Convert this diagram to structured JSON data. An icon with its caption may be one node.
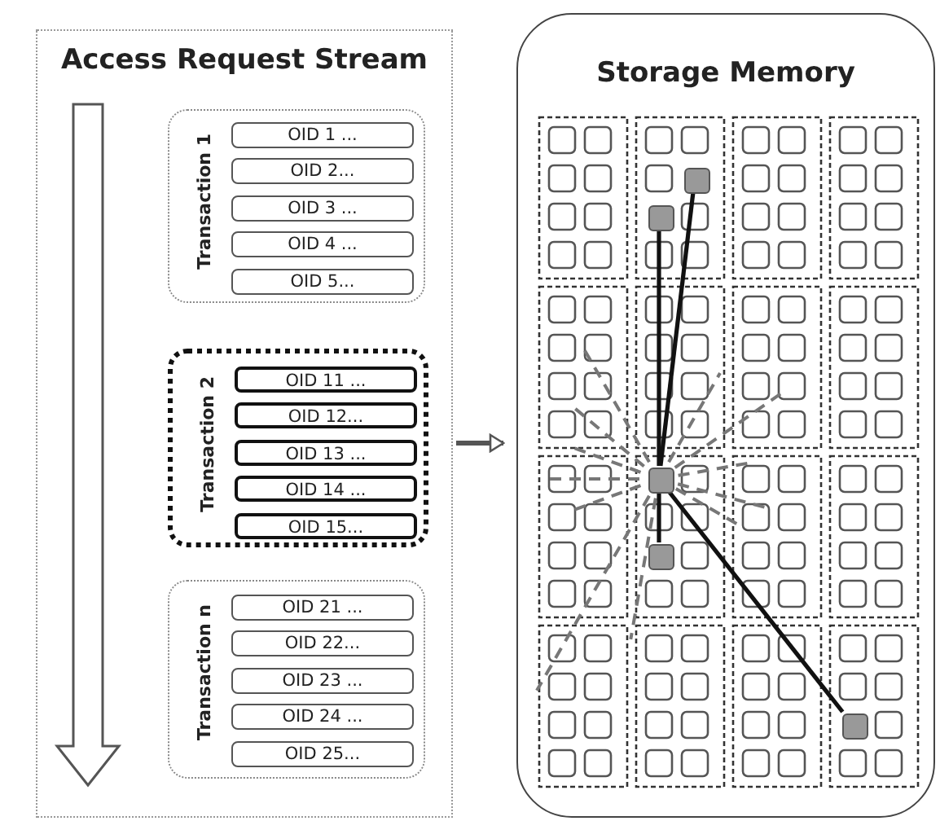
{
  "diagram": {
    "nodes": [
      {
        "text": [
          "Access Request Stream"
        ]
      },
      {
        "text": [
          "Transaction 1"
        ],
        "in": 0
      },
      {
        "text": [
          "OID 1 ..."
        ],
        "in": 1
      },
      {
        "text": [
          "OID 2..."
        ],
        "in": 1
      },
      {
        "text": [
          "OID 3 ..."
        ],
        "in": 1
      },
      {
        "text": [
          "OID 4 ..."
        ],
        "in": 1
      },
      {
        "text": [
          "OID 5..."
        ],
        "in": 1
      },
      {
        "text": [
          "Transaction 2"
        ],
        "in": 0
      },
      {
        "text": [
          "OID 11 ..."
        ],
        "in": 7
      },
      {
        "text": [
          "OID 12..."
        ],
        "in": 7
      },
      {
        "text": [
          "OID 13 ..."
        ],
        "in": 7
      },
      {
        "text": [
          "OID 14 ..."
        ],
        "in": 7
      },
      {
        "text": [
          "OID 15..."
        ],
        "in": 7
      },
      {
        "text": [
          "Transaction n"
        ],
        "in": 0
      },
      {
        "text": [
          "OID 21 ..."
        ],
        "in": 13
      },
      {
        "text": [
          "OID 22..."
        ],
        "in": 13
      },
      {
        "text": [
          "OID 23 ..."
        ],
        "in": 13
      },
      {
        "text": [
          "OID 24 ..."
        ],
        "in": 13
      },
      {
        "text": [
          "OID 25..."
        ],
        "in": 13
      },
      {
        "text": [
          "Storage Memory"
        ]
      },
      {
        "text": [],
        "shape": "box",
        "in": 19
      },
      {
        "text": [],
        "shape": "box",
        "in": 19
      },
      {
        "text": [],
        "shape": "box",
        "in": 19
      },
      {
        "text": [],
        "shape": "box",
        "in": 19
      },
      {
        "text": [],
        "shape": "box",
        "in": 19
      }
    ],
    "edges": [
      {
        "from": 0,
        "to": 19,
        "arrow": "to"
      },
      {
        "from": 22,
        "to": 20,
        "arrow": "none"
      },
      {
        "from": 22,
        "to": 21,
        "arrow": "none"
      },
      {
        "from": 22,
        "to": 23,
        "arrow": "none"
      },
      {
        "from": 22,
        "to": 24,
        "arrow": "none"
      }
    ]
  }
}
